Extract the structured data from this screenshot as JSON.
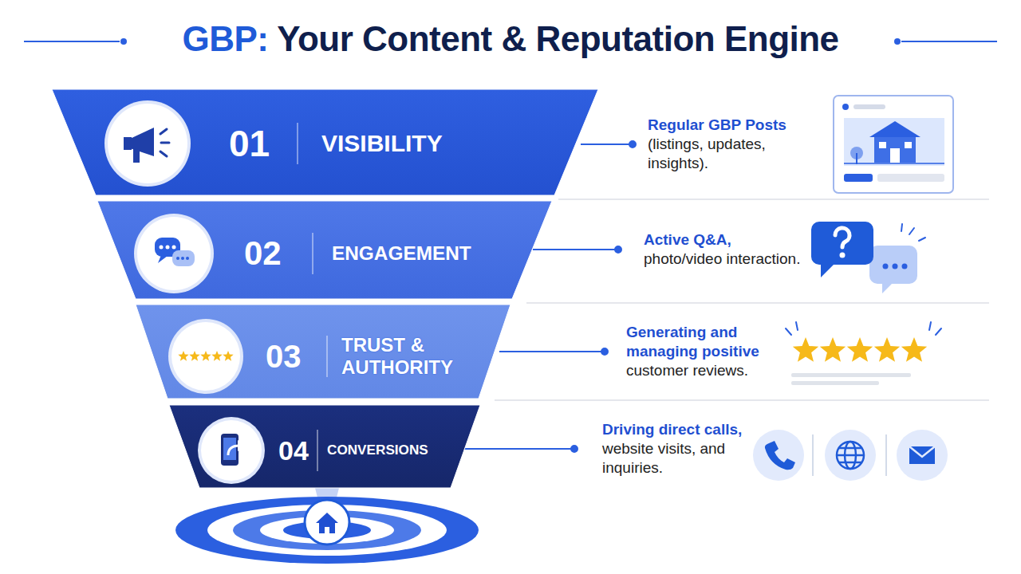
{
  "diagram": {
    "title": "GBP: Your Content & Reputation Engine",
    "nodes": [
      {
        "text": [
          "01",
          "VISIBILITY"
        ]
      },
      {
        "text": [
          "02",
          "ENGAGEMENT"
        ]
      },
      {
        "text": [
          "03",
          "TRUST & AUTHORITY"
        ]
      },
      {
        "text": [
          "04",
          "CONVERSIONS"
        ]
      }
    ],
    "labels": [
      "Regular GBP Posts",
      "(listings, updates, insights).",
      "Active Q&A,",
      "photo/video interaction.",
      "Generating and managing positive",
      "customer reviews.",
      "Driving direct calls,",
      "website visits, and inquiries."
    ]
  }
}
